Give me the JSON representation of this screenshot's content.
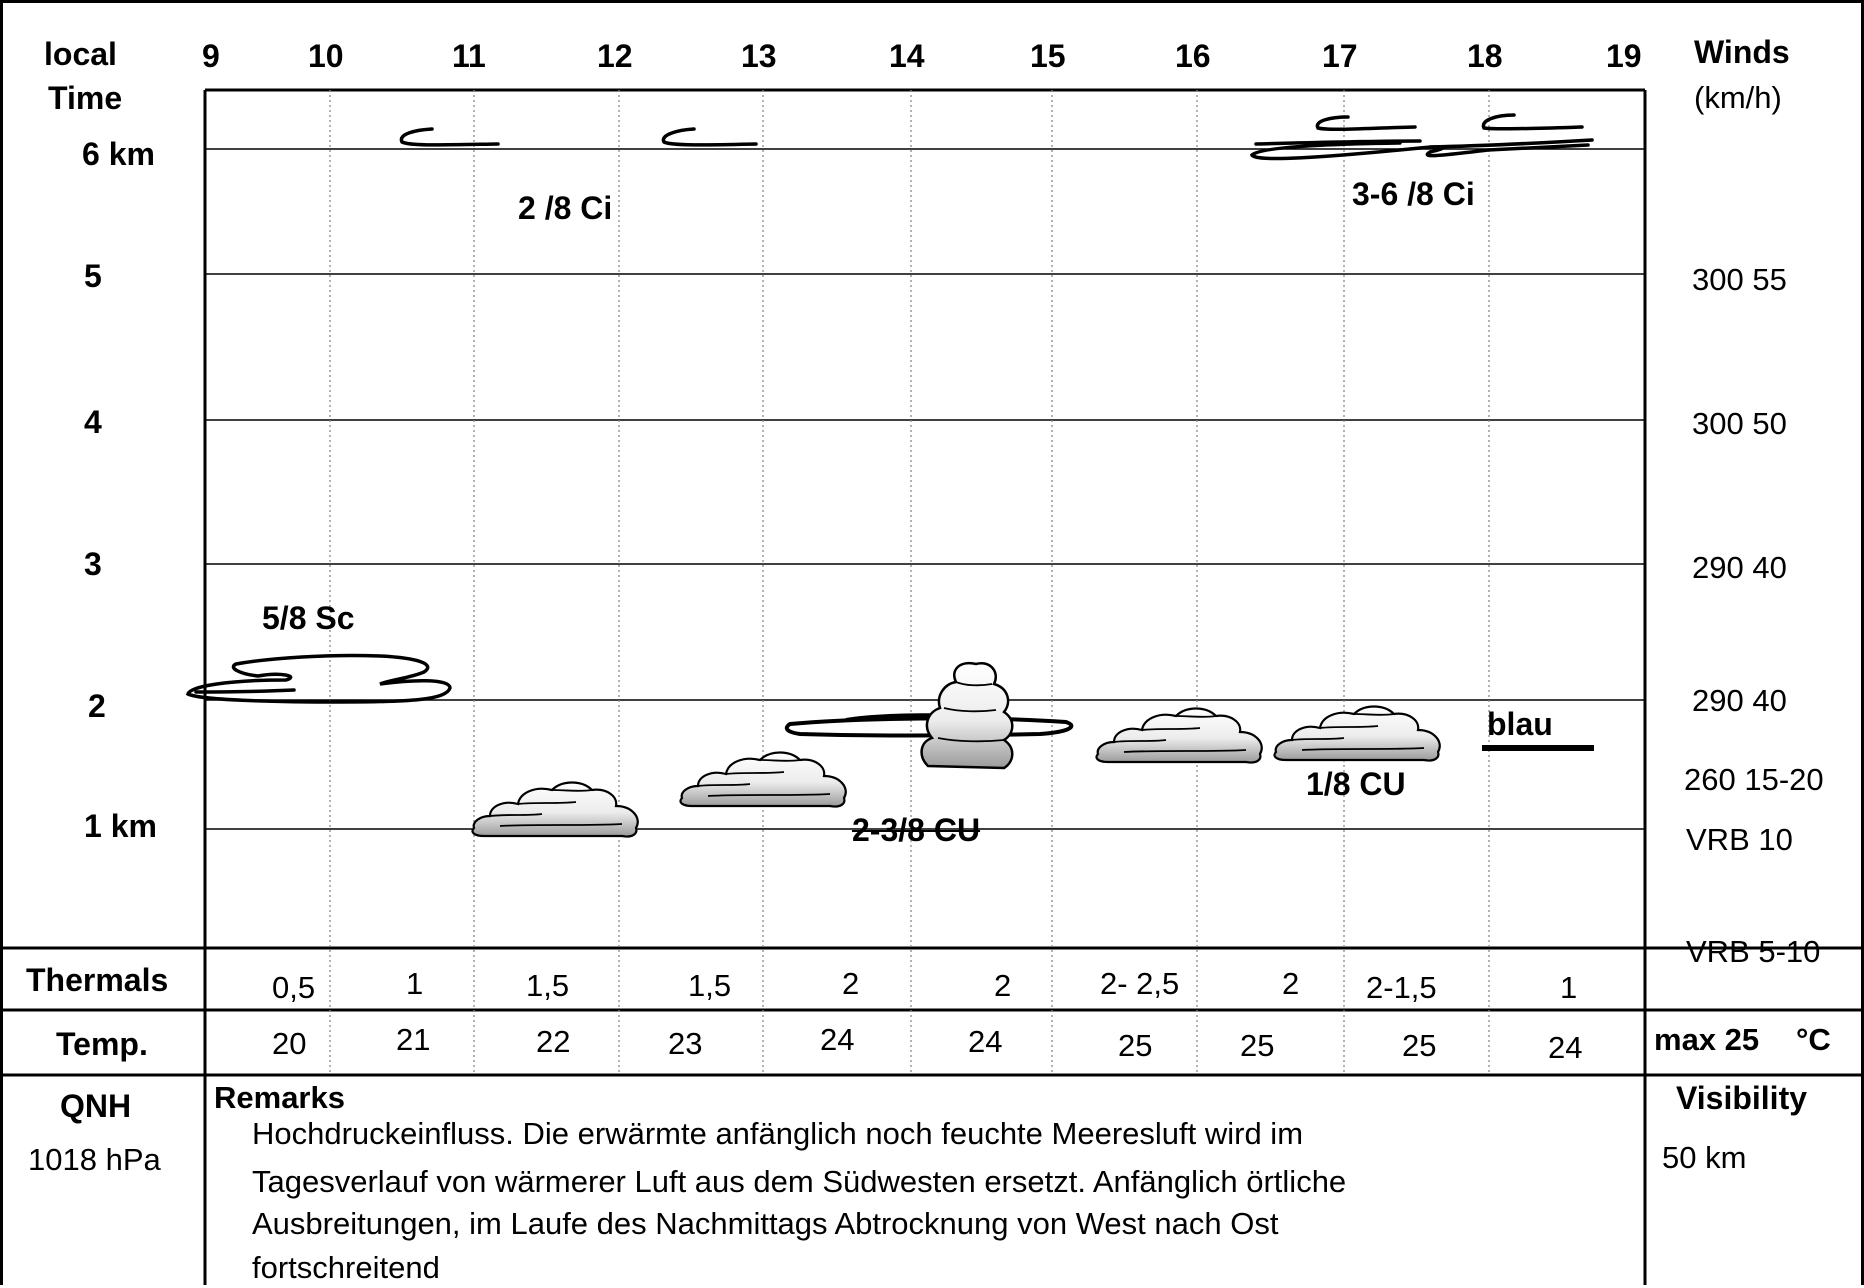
{
  "header": {
    "local_label_1": "local",
    "local_label_2": "Time",
    "winds_label": "Winds",
    "winds_unit": "(km/h)"
  },
  "hours": [
    "9",
    "10",
    "11",
    "12",
    "13",
    "14",
    "15",
    "16",
    "17",
    "18",
    "19"
  ],
  "altitudes": {
    "a6": "6 km",
    "a5": "5",
    "a4": "4",
    "a3": "3",
    "a2": "2",
    "a1": "1 km"
  },
  "winds": {
    "w5": "300 55",
    "w4": "300 50",
    "w3": "290 40",
    "w2": "290 40",
    "w15": "260 15-20",
    "w1": "VRB 10",
    "w05": "VRB 5-10"
  },
  "clouds": {
    "ci_left": "2 /8 Ci",
    "ci_right": "3-6 /8 Ci",
    "sc": "5/8 Sc",
    "cu_mid": "2-3/8 CU",
    "cu_right": "1/8 CU",
    "blau": "blau"
  },
  "thermals": {
    "label": "Thermals",
    "values": [
      "0,5",
      "1",
      "1,5",
      "1,5",
      "2",
      "2",
      "2- 2,5",
      "2",
      "2-1,5",
      "1"
    ]
  },
  "temp": {
    "label": "Temp.",
    "values": [
      "20",
      "21",
      "22",
      "23",
      "24",
      "24",
      "25",
      "25",
      "25",
      "24"
    ],
    "max": "max 25",
    "unit": "°C"
  },
  "qnh": {
    "label": "QNH",
    "value": "1018 hPa"
  },
  "remarks": {
    "title": "Remarks",
    "line1": "Hochdruckeinfluss. Die erwärmte anfänglich noch feuchte Meeresluft wird im",
    "line2": "Tagesverlauf von wärmerer Luft aus dem Südwesten ersetzt. Anfänglich örtliche",
    "line3": "Ausbreitungen, im Laufe des Nachmittags Abtrocknung von West nach Ost",
    "line4": "fortschreitend"
  },
  "visibility": {
    "label": "Visibility",
    "value": "50 km"
  }
}
